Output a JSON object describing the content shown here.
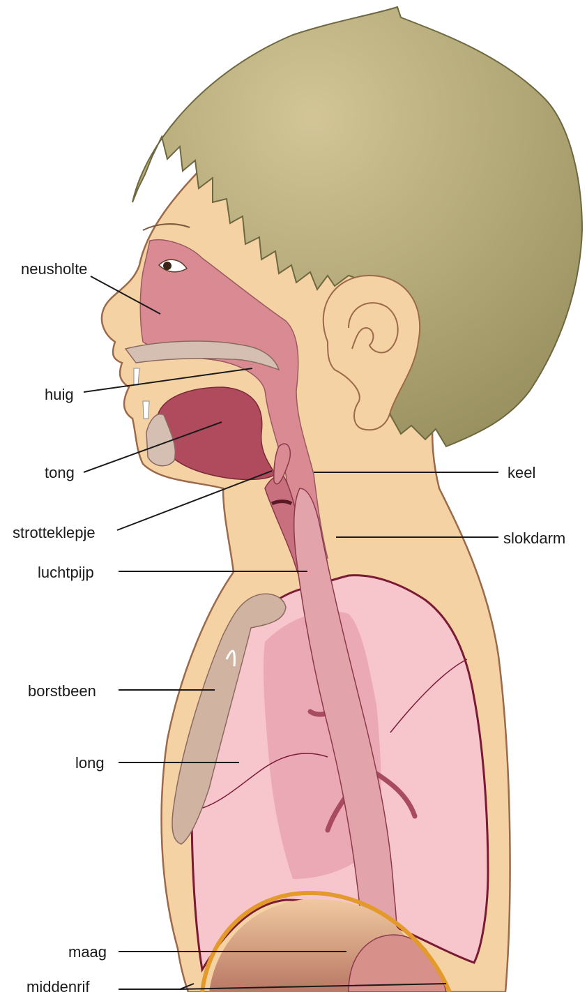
{
  "labels": {
    "neusholte": "neusholte",
    "huig": "huig",
    "tong": "tong",
    "strotteklepje": "strotteklepje",
    "luchtpijp": "luchtpijp",
    "borstbeen": "borstbeen",
    "long": "long",
    "maag": "maag",
    "middenrif": "middenrif",
    "keel": "keel",
    "slokdarm": "slokdarm"
  },
  "colors": {
    "skin": "#f5d2a4",
    "skin_outline": "#9a6a4a",
    "hair": "#a8a070",
    "hair_light": "#cbbf90",
    "airway": "#d98a93",
    "tongue": "#b04b5e",
    "lung": "#f7c6cc",
    "lung_inner": "#eaa9b4",
    "lung_outline": "#7a1a35",
    "bone": "#d1b3a1",
    "stomach": "#c98d7d",
    "diaphragm": "#e39a2a"
  }
}
